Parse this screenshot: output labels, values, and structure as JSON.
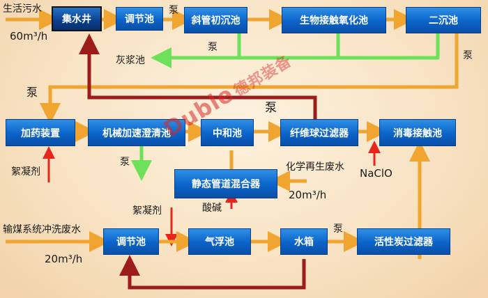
{
  "nodes": {
    "jishuijing": "集水井",
    "tiaojiechi_top": "调节池",
    "xieguan": "斜管初沉池",
    "shengwu": "生物接触氧化池",
    "erchen": "二沉池",
    "jiayao": "加药装置",
    "jixie": "机械加速澄清池",
    "zhonghe": "中和池",
    "xianwei": "纤维球过滤器",
    "xiaodu": "消毒接触池",
    "jingtai": "静态管道混合器",
    "tiaojiechi_bottom": "调节池",
    "qifu": "气浮池",
    "shuixiang": "水箱",
    "huoxingtan": "活性炭过滤器"
  },
  "labels": {
    "sewage": "生活污水",
    "flow_top": "60m³/h",
    "pump_top": "泵",
    "pump_return": "泵",
    "ash_pond": "灰浆池",
    "pump_right": "泵",
    "pump_left": "泵",
    "pump_center": "泵",
    "pump_green": "泵",
    "coagulant_left": "絮凝剂",
    "regen": "化学再生废水",
    "flow_regen": "20m³/h",
    "naclo": "NaClO",
    "acid_base": "酸碱",
    "coagulant_mid": "絮凝剂",
    "coal_wash": "输煤系统冲洗废水",
    "flow_bottom": "20m³/h",
    "pump_bottom": "泵"
  },
  "watermark": {
    "brand": "Duble",
    "cn": "德邦装备"
  },
  "colors": {
    "orange_arrow": "#f0a530",
    "green_arrow": "#6ee05a",
    "red_arrow": "#e8251c",
    "dark_red_line": "#9c1b1b",
    "box_blue": "#0b63c9"
  }
}
